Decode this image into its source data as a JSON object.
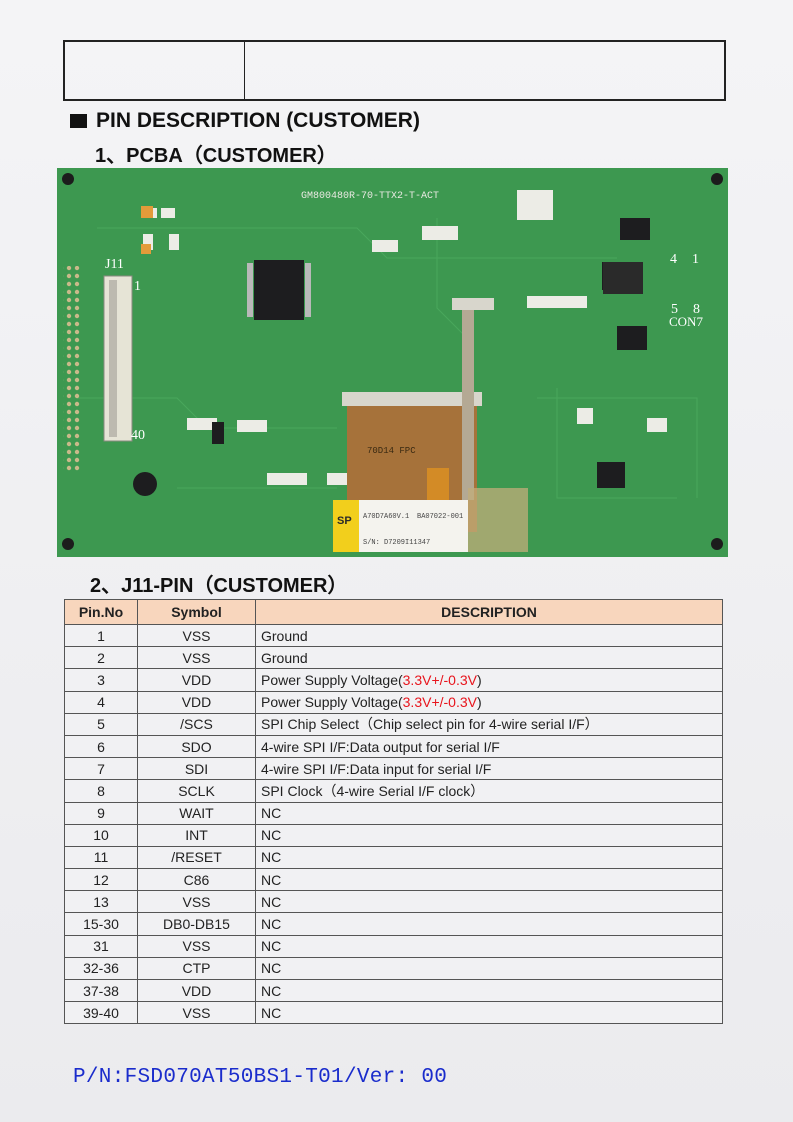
{
  "header": {
    "left": "",
    "right": ""
  },
  "section": {
    "title": "PIN DESCRIPTION (CUSTOMER)"
  },
  "pcba": {
    "heading": "1、PCBA（CUSTOMER）",
    "board_text": "GM800480R-70-TTX2-T-ACT",
    "labels": {
      "j11": "J11",
      "pin_1": "1",
      "pin_40": "40",
      "con7_4": "4",
      "con7_1": "1",
      "con7_5": "5",
      "con7_8": "8",
      "con7": "CON7",
      "fpc": "70D14 FPC",
      "sp": "SP",
      "sticker_a": "A70D7A60V.1",
      "sticker_b": "BA07022-001",
      "sticker_sn": "S/N:  D7209I11347"
    }
  },
  "pin_section": {
    "heading": "2、J11-PIN（CUSTOMER）",
    "columns": [
      "Pin.No",
      "Symbol",
      "DESCRIPTION"
    ],
    "rows": [
      {
        "pin": "1",
        "symbol": "VSS",
        "desc": "Ground",
        "desc_red": "",
        "desc_tail": ""
      },
      {
        "pin": "2",
        "symbol": "VSS",
        "desc": "Ground",
        "desc_red": "",
        "desc_tail": ""
      },
      {
        "pin": "3",
        "symbol": "VDD",
        "desc": "Power Supply Voltage(",
        "desc_red": "3.3V+/-0.3V",
        "desc_tail": ")"
      },
      {
        "pin": "4",
        "symbol": "VDD",
        "desc": "Power Supply Voltage(",
        "desc_red": "3.3V+/-0.3V",
        "desc_tail": ")"
      },
      {
        "pin": "5",
        "symbol": "/SCS",
        "desc": "SPI Chip Select（Chip select pin for 4-wire serial I/F）",
        "desc_red": "",
        "desc_tail": ""
      },
      {
        "pin": "6",
        "symbol": "SDO",
        "desc": "4-wire SPI I/F:Data output for serial I/F",
        "desc_red": "",
        "desc_tail": ""
      },
      {
        "pin": "7",
        "symbol": "SDI",
        "desc": "4-wire SPI I/F:Data input for serial I/F",
        "desc_red": "",
        "desc_tail": ""
      },
      {
        "pin": "8",
        "symbol": "SCLK",
        "desc": "SPI Clock（4-wire Serial I/F clock）",
        "desc_red": "",
        "desc_tail": ""
      },
      {
        "pin": "9",
        "symbol": "WAIT",
        "desc": "NC",
        "desc_red": "",
        "desc_tail": ""
      },
      {
        "pin": "10",
        "symbol": "INT",
        "desc": "NC",
        "desc_red": "",
        "desc_tail": ""
      },
      {
        "pin": "11",
        "symbol": "/RESET",
        "desc": "NC",
        "desc_red": "",
        "desc_tail": ""
      },
      {
        "pin": "12",
        "symbol": "C86",
        "desc": "NC",
        "desc_red": "",
        "desc_tail": ""
      },
      {
        "pin": "13",
        "symbol": "VSS",
        "desc": "NC",
        "desc_red": "",
        "desc_tail": ""
      },
      {
        "pin": "15-30",
        "symbol": "DB0-DB15",
        "desc": "NC",
        "desc_red": "",
        "desc_tail": ""
      },
      {
        "pin": "31",
        "symbol": "VSS",
        "desc": "NC",
        "desc_red": "",
        "desc_tail": ""
      },
      {
        "pin": "32-36",
        "symbol": "CTP",
        "desc": "NC",
        "desc_red": "",
        "desc_tail": ""
      },
      {
        "pin": "37-38",
        "symbol": "VDD",
        "desc": "NC",
        "desc_red": "",
        "desc_tail": ""
      },
      {
        "pin": "39-40",
        "symbol": "VSS",
        "desc": "NC",
        "desc_red": "",
        "desc_tail": ""
      }
    ]
  },
  "footer": {
    "part_number": "P/N:FSD070AT50BS1-T01/Ver: 00"
  },
  "colors": {
    "highlight_red": "#e8141c",
    "header_fill": "#f8d6bd",
    "footer_blue": "#1a2ccc",
    "pcb_green": "#3f9a52"
  }
}
